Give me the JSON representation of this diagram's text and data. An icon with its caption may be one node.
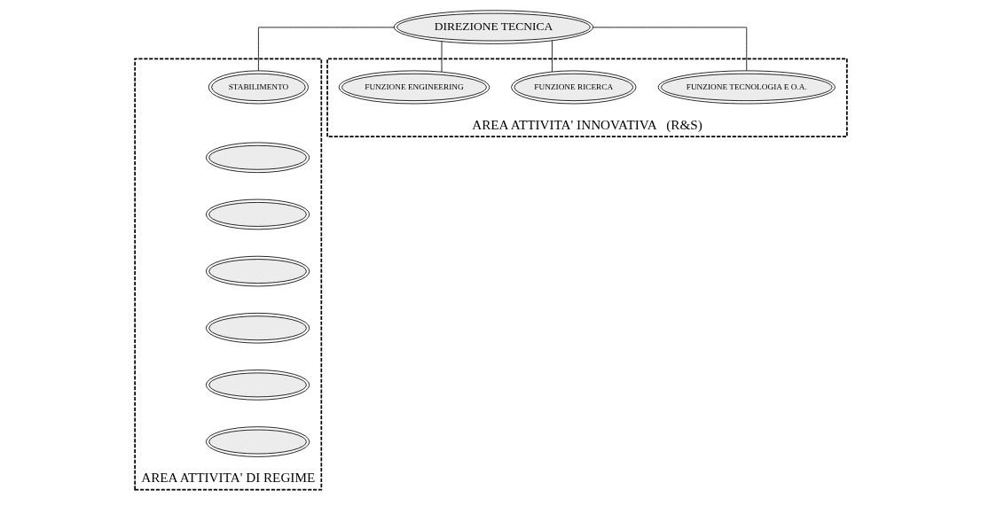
{
  "diagram": {
    "nodes": [
      {
        "text": [
          "DIREZIONE TECNICA"
        ]
      },
      {
        "text": [
          "AREA ATTIVITA' DI REGIME"
        ]
      },
      {
        "text": [
          "STABILIMENTO"
        ],
        "in": 1
      },
      {
        "text": [],
        "shape": "oval",
        "in": 1
      },
      {
        "text": [],
        "shape": "oval",
        "in": 1
      },
      {
        "text": [],
        "shape": "oval",
        "in": 1
      },
      {
        "text": [],
        "shape": "oval",
        "in": 1
      },
      {
        "text": [],
        "shape": "oval",
        "in": 1
      },
      {
        "text": [],
        "shape": "oval",
        "in": 1
      },
      {
        "text": [
          "AREA ATTIVITA' INNOVATIVA",
          "(R&S)"
        ]
      },
      {
        "text": [
          "FUNZIONE TECNOLOGIA E O.A."
        ],
        "in": 9
      },
      {
        "text": [
          "FUNZIONE RICERCA"
        ],
        "in": 9
      },
      {
        "text": [
          "FUNZIONE ENGINEERING"
        ],
        "in": 9
      }
    ],
    "edges": [
      {
        "from": 0,
        "to": 2,
        "arrow": "none"
      },
      {
        "from": 0,
        "to": 10,
        "arrow": "none"
      },
      {
        "from": 0,
        "to": 11,
        "arrow": "none"
      },
      {
        "from": 0,
        "to": 12,
        "arrow": "none"
      }
    ]
  }
}
